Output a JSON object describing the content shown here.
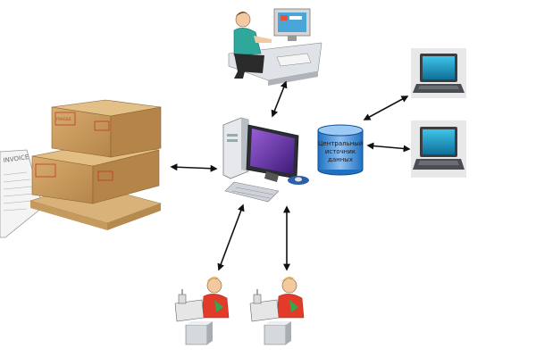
{
  "diagram": {
    "database": {
      "line1": "Центральный",
      "line2": "источник",
      "line3": "данных"
    },
    "invoice": {
      "title": "INVOICE"
    },
    "box_stamp": "FRAGILE",
    "colors": {
      "arrow": "#111111",
      "cardboard": "#c99a5b",
      "cardboard_dark": "#a97a40",
      "pallet": "#d9b27a",
      "monitor_screen": "#1aa0c8",
      "pc_screen": "#6b2fa3",
      "database": "#1f70c1",
      "cashier_shirt": "#e23b2a"
    },
    "icons": [
      "invoice-paper-icon",
      "cardboard-boxes-icon",
      "office-worker-icon",
      "central-pc-icon",
      "database-cylinder-icon",
      "laptop-icon",
      "cashier-pos-icon"
    ]
  }
}
